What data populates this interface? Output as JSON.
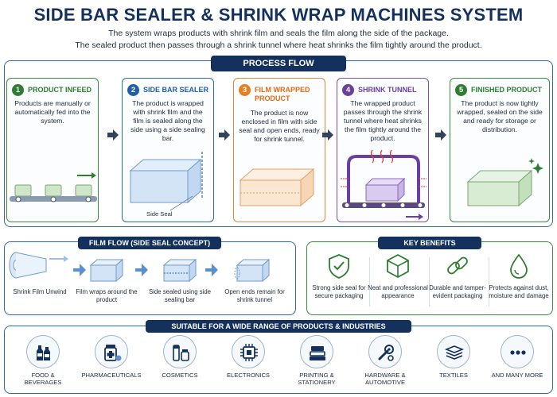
{
  "title": "SIDE BAR SEALER & SHRINK WRAP MACHINES SYSTEM",
  "subtitle_line1": "The system wraps products with shrink film and seals the film along the side of the package.",
  "subtitle_line2": "The sealed product then passes through a shrink tunnel where heat shrinks the film tightly around the product.",
  "process_flow": {
    "label": "PROCESS FLOW",
    "steps": [
      {
        "num": "1",
        "title": "PRODUCT INFEED",
        "desc": "Products are manually or automatically fed into the system."
      },
      {
        "num": "2",
        "title": "SIDE BAR SEALER",
        "desc": "The product is wrapped with shrink film and the film is sealed along the side using a side sealing bar.",
        "callout": "Side Seal"
      },
      {
        "num": "3",
        "title": "FILM WRAPPED PRODUCT",
        "desc": "The product is now enclosed in film with side seal and open ends, ready for shrink tunnel."
      },
      {
        "num": "4",
        "title": "SHRINK TUNNEL",
        "desc": "The wrapped product passes through the shrink tunnel where heat shrinks the film tightly around the product."
      },
      {
        "num": "5",
        "title": "FINISHED PRODUCT",
        "desc": "The product is now tightly wrapped, sealed on the side and ready for storage or distribution."
      }
    ]
  },
  "film_flow": {
    "label": "FILM FLOW (SIDE SEAL CONCEPT)",
    "stages": [
      "Shrink Film Unwind",
      "Film wraps around the product",
      "Side sealed using side sealing bar",
      "Open ends remain for shrink tunnel"
    ]
  },
  "key_benefits": {
    "label": "KEY BENEFITS",
    "items": [
      {
        "icon": "shield-check-icon",
        "text": "Strong side seal for secure packaging"
      },
      {
        "icon": "cube-icon",
        "text": "Neat and professional appearance"
      },
      {
        "icon": "chain-link-icon",
        "text": "Durable and tamper-evident packaging"
      },
      {
        "icon": "water-drop-icon",
        "text": "Protects against dust, moisture and damage"
      }
    ]
  },
  "industries": {
    "label": "SUITABLE FOR A WIDE RANGE OF PRODUCTS & INDUSTRIES",
    "items": [
      {
        "icon": "bottles-icon",
        "text": "FOOD & BEVERAGES"
      },
      {
        "icon": "medicine-icon",
        "text": "PHARMACEUTICALS"
      },
      {
        "icon": "cosmetics-icon",
        "text": "COSMETICS"
      },
      {
        "icon": "chip-icon",
        "text": "ELECTRONICS"
      },
      {
        "icon": "books-icon",
        "text": "PRINTING & STATIONERY"
      },
      {
        "icon": "tools-icon",
        "text": "HARDWARE & AUTOMOTIVE"
      },
      {
        "icon": "fabric-icon",
        "text": "TEXTILES"
      },
      {
        "icon": "more-icon",
        "text": "AND MANY MORE"
      }
    ]
  },
  "colors": {
    "navy": "#13315c",
    "blue": "#2e6aa3",
    "green": "#2e7d32",
    "orange": "#e67e22",
    "purple": "#6a3fa0",
    "heat": "#e53935"
  }
}
